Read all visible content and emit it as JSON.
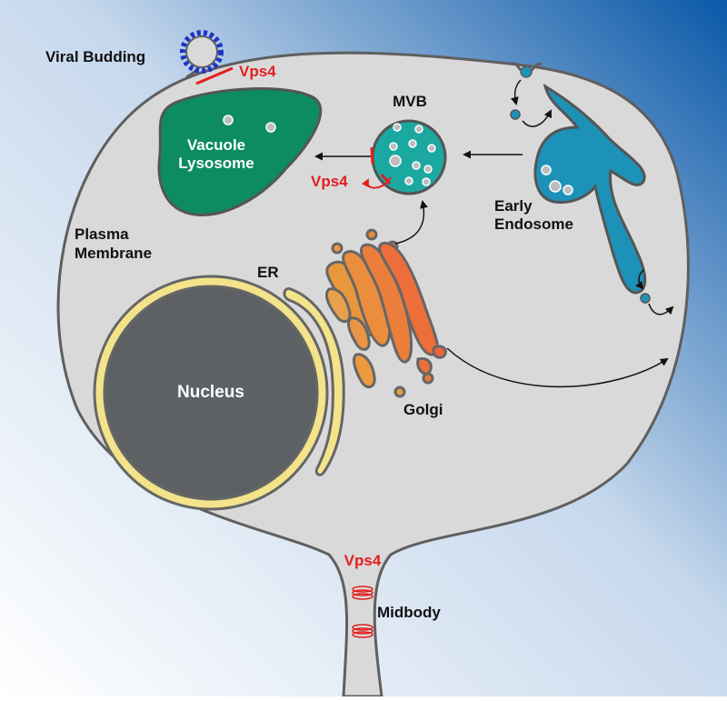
{
  "labels": {
    "viral_budding": "Viral Budding",
    "vps4_top": "Vps4",
    "mvb": "MVB",
    "vps4_mvb": "Vps4",
    "vacuole_line1": "Vacuole",
    "vacuole_line2": "Lysosome",
    "early_line1": "Early",
    "early_line2": "Endosome",
    "plasma_line1": "Plasma",
    "plasma_line2": "Membrane",
    "er": "ER",
    "nucleus": "Nucleus",
    "golgi": "Golgi",
    "vps4_bottom": "Vps4",
    "midbody": "Midbody"
  },
  "colors": {
    "background_start": "#ffffff",
    "background_end": "#0a58a8",
    "cell": "#d9d9d9",
    "cell_outline": "#5f5f5f",
    "nucleus": "#5d6164",
    "er": "#f3e38a",
    "vacuole": "#0d8c60",
    "mvb": "#1aa8a0",
    "endosome": "#1d92b8",
    "vps4": "#e41e1e",
    "viral_coat": "#1f33c8"
  }
}
